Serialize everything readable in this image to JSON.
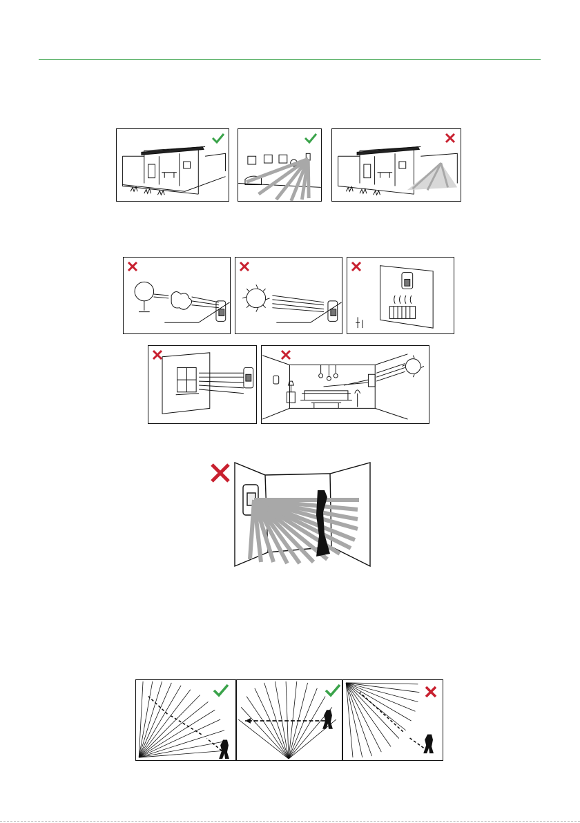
{
  "colors": {
    "accent_rule": "#3aa34a",
    "check": "#3aa34a",
    "cross": "#c8202f",
    "beam": "#a8a8a8",
    "line": "#111111"
  },
  "figures": [
    {
      "id": "fig1",
      "panels": [
        {
          "scene": "house-exterior",
          "mark": "check-icon"
        },
        {
          "scene": "living-room-wall-detector",
          "mark": "check-icon"
        },
        {
          "scene": "house-exterior-beam-outdoors",
          "mark": "cross-icon"
        }
      ]
    },
    {
      "id": "fig2",
      "panels": [
        {
          "scene": "fan-airflow",
          "mark": "cross-icon"
        },
        {
          "scene": "direct-sunlight",
          "mark": "cross-icon"
        },
        {
          "scene": "radiator-heat",
          "mark": "cross-icon"
        },
        {
          "scene": "window",
          "mark": "cross-icon"
        },
        {
          "scene": "room-sunlight-through-window",
          "mark": "cross-icon"
        }
      ]
    },
    {
      "id": "fig3",
      "panels": [
        {
          "scene": "obstruction-in-beam",
          "mark": "cross-icon"
        }
      ]
    },
    {
      "id": "fig4",
      "panels": [
        {
          "scene": "walk-across-beams",
          "mark": "check-icon"
        },
        {
          "scene": "walk-across-beams-center",
          "mark": "check-icon"
        },
        {
          "scene": "walk-toward-detector",
          "mark": "cross-icon"
        }
      ]
    }
  ]
}
